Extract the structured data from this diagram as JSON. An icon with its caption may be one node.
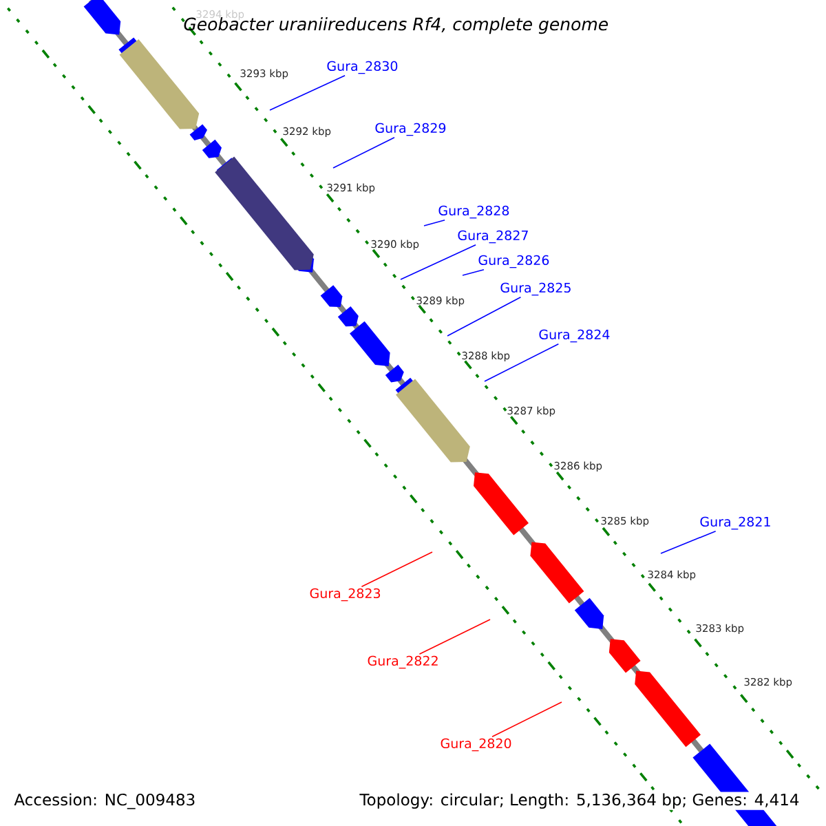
{
  "diagram": {
    "title": "Geobacter uraniireducens Rf4, complete genome",
    "nodes": [
      {
        "text": [
          "Gura_2830"
        ]
      },
      {
        "text": [
          "Gura_2829"
        ]
      },
      {
        "text": [
          "Gura_2828"
        ]
      },
      {
        "text": [
          "Gura_2827"
        ]
      },
      {
        "text": [
          "Gura_2826"
        ]
      },
      {
        "text": [
          "Gura_2825"
        ]
      },
      {
        "text": [
          "Gura_2824"
        ]
      },
      {
        "text": [
          "Gura_2821"
        ]
      },
      {
        "text": [
          "Gura_2823"
        ]
      },
      {
        "text": [
          "Gura_2822"
        ]
      },
      {
        "text": [
          "Gura_2820"
        ]
      }
    ],
    "edges": [
      {
        "from": 0,
        "to": null,
        "arrow": "none"
      },
      {
        "from": 1,
        "to": null,
        "arrow": "none"
      },
      {
        "from": 2,
        "to": null,
        "arrow": "none"
      },
      {
        "from": 3,
        "to": null,
        "arrow": "none"
      },
      {
        "from": 4,
        "to": null,
        "arrow": "none"
      },
      {
        "from": 5,
        "to": null,
        "arrow": "none"
      },
      {
        "from": 6,
        "to": null,
        "arrow": "none"
      },
      {
        "from": 7,
        "to": null,
        "arrow": "none"
      },
      {
        "from": 8,
        "to": null,
        "arrow": "none",
        "color": "#ff0000"
      },
      {
        "from": 9,
        "to": null,
        "arrow": "none",
        "color": "#ff0000"
      },
      {
        "from": 10,
        "to": null,
        "arrow": "none",
        "color": "#ff0000"
      }
    ],
    "labels": [
      "3294 kbp",
      "3293 kbp",
      "3292 kbp",
      "3291 kbp",
      "3290 kbp",
      "3289 kbp",
      "3288 kbp",
      "3287 kbp",
      "3286 kbp",
      "3285 kbp",
      "3284 kbp",
      "3283 kbp",
      "3282 kbp",
      "Accession: NC_009483",
      "Topology: circular; Length: 5,136,364 bp; Genes: 4,414"
    ]
  }
}
